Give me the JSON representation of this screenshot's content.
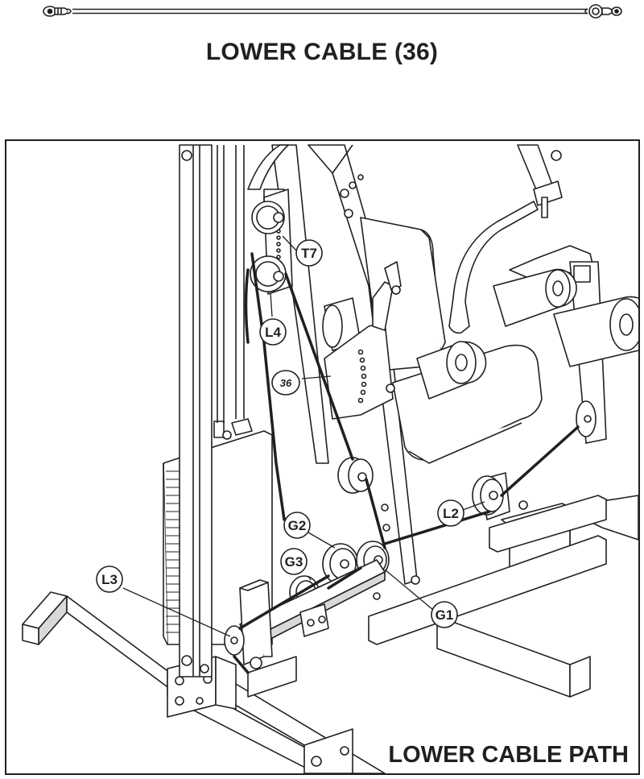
{
  "title": "LOWER CABLE (36)",
  "caption": "LOWER CABLE PATH",
  "labels": {
    "t7": "T7",
    "l4": "L4",
    "cable": "36",
    "l2": "L2",
    "g2": "G2",
    "g3": "G3",
    "l3": "L3",
    "g1": "G1"
  },
  "colors": {
    "ink": "#231f20",
    "fill": "#ffffff",
    "shade": "#d9d9d9"
  }
}
